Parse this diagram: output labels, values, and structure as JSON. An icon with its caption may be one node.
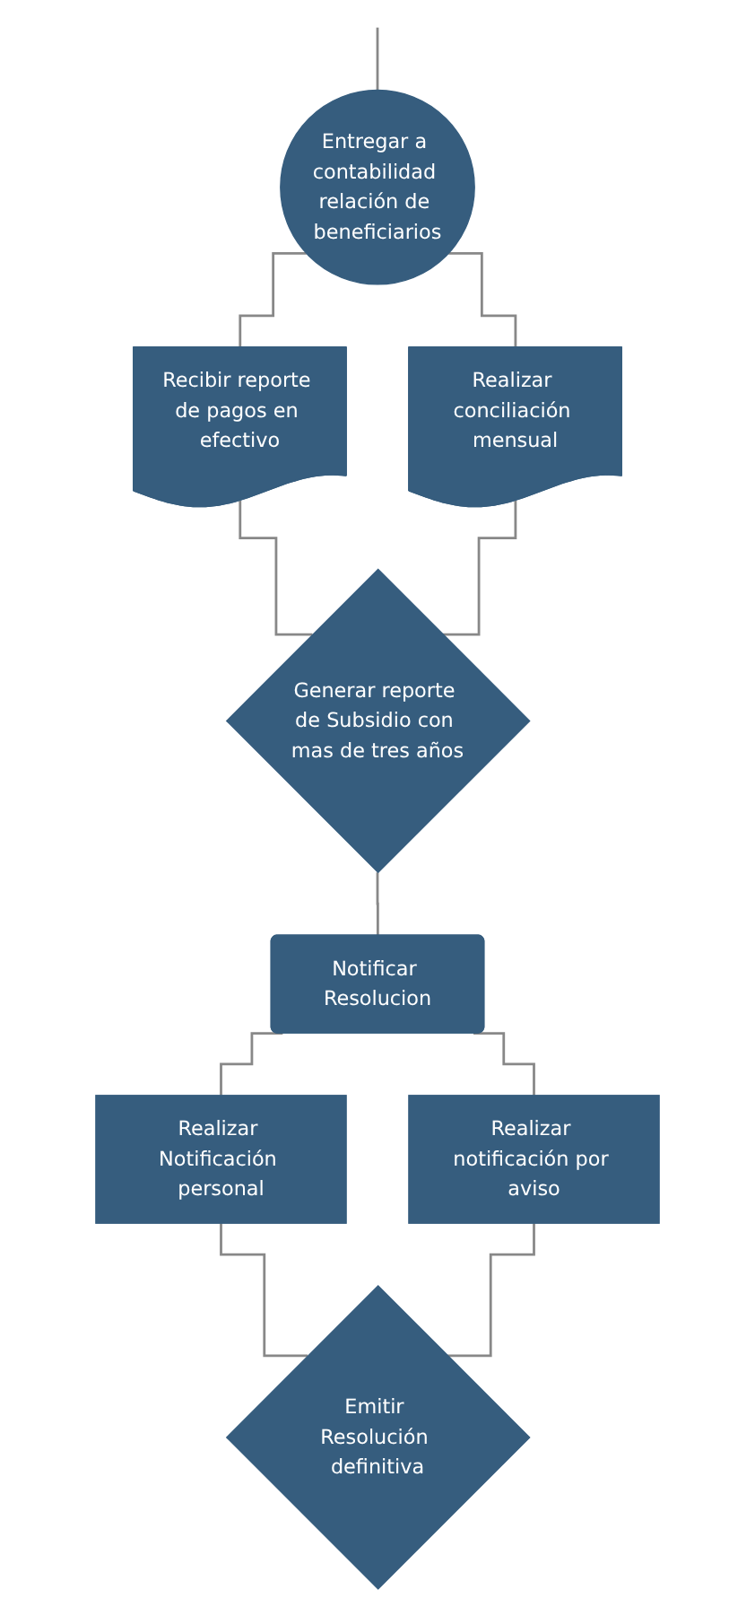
{
  "diagram": {
    "nodes": [
      {
        "text": [
          "Recibir reporte de pagos en efectivo"
        ]
      },
      {
        "text": [
          "Entregar a contabilidad relación de beneficiarios"
        ]
      },
      {
        "text": [
          "Realizar conciliación mensual"
        ]
      },
      {
        "text": [
          "Generar reporte de Subsidio con mas de tres años"
        ]
      },
      {
        "text": [
          "Notificar Resolucion"
        ]
      },
      {
        "text": [
          "Realizar Notificación personal"
        ]
      },
      {
        "text": [
          "Realizar notificación por aviso"
        ]
      },
      {
        "text": [
          "Emitir Resolución definitiva"
        ]
      }
    ],
    "edges": [
      {
        "from": null,
        "to": 1,
        "arrow": "none"
      },
      {
        "from": 1,
        "to": 0,
        "arrow": "none"
      },
      {
        "from": 1,
        "to": 2,
        "arrow": "none"
      },
      {
        "from": 0,
        "to": 3,
        "arrow": "none"
      },
      {
        "from": 2,
        "to": 3,
        "arrow": "none"
      },
      {
        "from": 3,
        "to": 4,
        "arrow": "none"
      },
      {
        "from": 4,
        "to": 5,
        "arrow": "none"
      },
      {
        "from": 4,
        "to": 6,
        "arrow": "none"
      },
      {
        "from": 5,
        "to": 7,
        "arrow": "none"
      },
      {
        "from": 6,
        "to": 7,
        "arrow": "none"
      }
    ]
  }
}
